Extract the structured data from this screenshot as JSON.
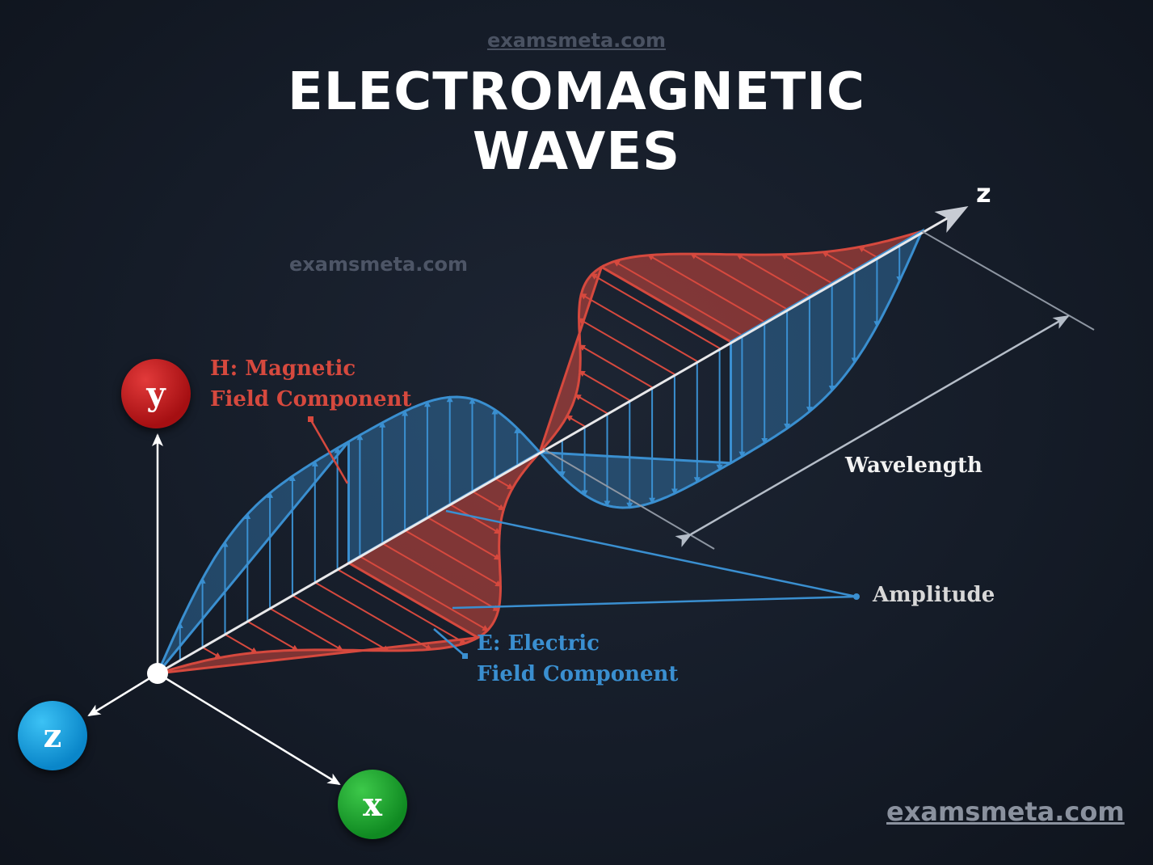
{
  "watermarks": {
    "top": "examsmeta.com",
    "middle": "examsmeta.com",
    "bottom_right": "examsmeta.com"
  },
  "title": {
    "line1": "ELECTROMAGNETIC",
    "line2": "WAVES"
  },
  "axis": {
    "propagation_label": "z",
    "y_label": "y",
    "z_label": "z",
    "x_label": "x"
  },
  "labels": {
    "magnetic_line1": "H: Magnetic",
    "magnetic_line2": "Field Component",
    "electric_line1": "E: Electric",
    "electric_line2": "Field Component",
    "wavelength": "Wavelength",
    "amplitude": "Amplitude"
  },
  "colors": {
    "magnetic": "#d6493e",
    "electric": "#3a8fd0",
    "background": "#151c28",
    "axis": "#e8e8ea"
  }
}
